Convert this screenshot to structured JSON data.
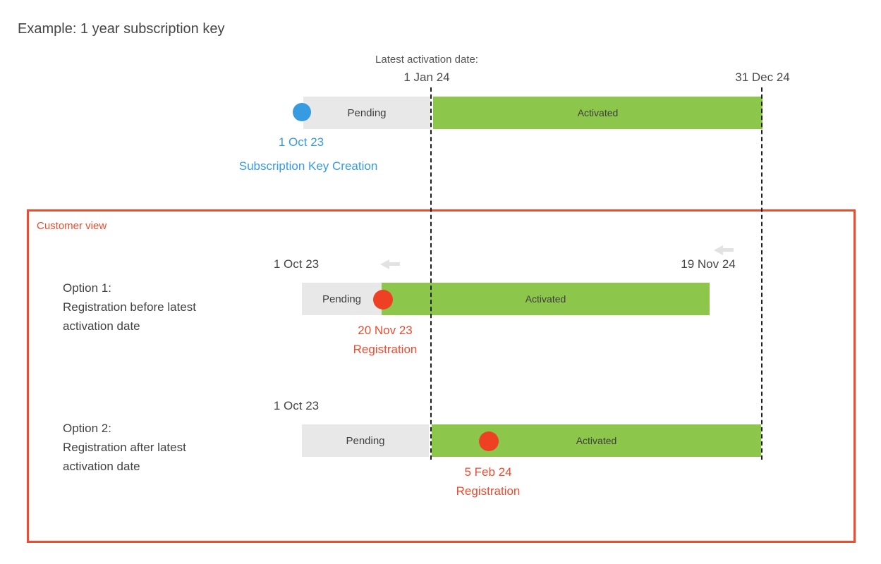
{
  "page": {
    "title": "Example: 1 year subscription key"
  },
  "colors": {
    "green_activated": "#8cc64a",
    "gray_pending": "#e8e8e8",
    "blue_creation": "#379be1",
    "red_accent": "#ef4b2e",
    "red_dot": "#ee4023",
    "dash_line": "#1e1e1e",
    "text_dark": "#454545"
  },
  "header": {
    "latest_activation_label": "Latest activation date:",
    "latest_activation_date": "1 Jan 24",
    "end_date": "31 Dec 24"
  },
  "key_row": {
    "pending_label": "Pending",
    "activated_label": "Activated",
    "creation_date": "1 Oct 23",
    "creation_label": "Subscription Key Creation"
  },
  "customer_view": {
    "label": "Customer view",
    "options": [
      {
        "title": "Option 1:",
        "line1": "Registration before latest",
        "line2": "activation date",
        "start_date": "1 Oct 23",
        "end_date": "19 Nov 24",
        "pending_label": "Pending",
        "activated_label": "Activated",
        "registration_date": "20 Nov 23",
        "registration_label": "Registration"
      },
      {
        "title": "Option 2:",
        "line1": "Registration after latest",
        "line2": "activation date",
        "start_date": "1 Oct 23",
        "pending_label": "Pending",
        "activated_label": "Activated",
        "registration_date": "5 Feb 24",
        "registration_label": "Registration"
      }
    ]
  }
}
